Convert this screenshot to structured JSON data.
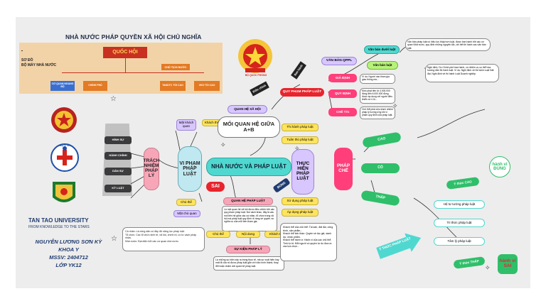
{
  "title": "NHÀ NƯỚC PHÁP QUYỀN XÃ HỘI CHỦ NGHĨA",
  "org_chart": {
    "side_label_1": "SƠ ĐỒ",
    "side_label_2": "BỘ MÁY NHÀ NƯỚC",
    "top": "QUỐC HỘI",
    "mid": "CHỦ TỊCH NƯỚC",
    "bottom": [
      "CƠ QUAN NGANG BỘ",
      "CHÍNH PHỦ",
      "TANDTC TỐI CAO",
      "VKS TỐI CAO"
    ]
  },
  "emblem_caption": "BỘ QUỐC PHÒNG",
  "ministry_label": "BỘ Y TẾ",
  "university": {
    "name": "TAN TAO UNIVERSITY",
    "motto": "FROM KNOWLEDGE TO THE STARS"
  },
  "student": {
    "name": "NGUYỄN LƯƠNG SƠN KỲ",
    "faculty": "KHOA Y",
    "mssv": "MSSV: 2404712",
    "class": "LỚP YK12"
  },
  "responsibility": {
    "title": "TRÁCH NHIỆM PHÁP LÝ",
    "types": [
      "HÌNH SỰ",
      "HÀNH CHÍNH",
      "DÂN SỰ",
      "KỶ LUẬT"
    ]
  },
  "violation": {
    "title": "VI PHẠM PHÁP LUẬT",
    "tags": [
      "Mặt khách quan",
      "Khách thể",
      "Chủ thể",
      "Mặt chủ quan"
    ],
    "sai": "SAI"
  },
  "relation": {
    "title": "QUAN HỆ XÃ HỘI",
    "label": "Điều chỉnh",
    "subtitle": "MỐI QUAN HỆ GIỮA A+B",
    "center": "NHÀ NƯỚC VÀ PHÁP LUẬT"
  },
  "law_relation": {
    "title": "QUAN HỆ PHÁP LUẬT",
    "desc": "Là một quan hệ xã hội được điều chỉnh bởi các quy phạm pháp luật. Nói cách khác, đây là các mối liên hệ giữa các cá nhân, tổ chức trong xã hội mà pháp luật quy định rõ ràng về quyền và nghĩa vụ của mỗi bên tham gia.",
    "parts": [
      "Chủ thể",
      "Nội dung",
      "Khách thể"
    ],
    "event": "SỰ KIỆN PHÁP LÝ",
    "event_desc": "Là những sự kiện xảy ra trong thực tế, mà sự xuất hiện hay mất đi của nó được pháp luật gắn với việc hình thành, thay đổi hoặc chấm dứt quan hệ pháp luật."
  },
  "notes_left": [
    "Cá nhân: Là công dân có đầy đủ năng lực pháp luật.",
    "Tổ chức: Các tổ chức kinh tế, xã hội, chính trị, có tư cách pháp nhân.",
    "Nhà nước: Đại diện bởi các cơ quan nhà nước."
  ],
  "norm": {
    "label_issue": "Ban hành",
    "title": "QUY PHẠM PHÁP LUẬT",
    "doc": "VĂN BẢN QPPL",
    "doc_types": [
      "Văn bản dưới luật",
      "Văn bản luật"
    ],
    "doc_notes": [
      "Văn bản pháp luật có hiệu lực thấp hơn luật, được ban hành bởi các cơ quan Nhà nước, quy định những nguyên tắc, chi tiết thi hành các văn bản luật.",
      "Nghị định: Do Chính phủ ban hành, có nhiệm vụ cụ thể hóa hướng dẫn thi hành luật. Ví dụ: Nghị định về thi hành Luật Đất đai, Nghị định về thi hành Luật Doanh nghiệp."
    ],
    "parts": [
      "GIẢ ĐỊNH",
      "QUY ĐỊNH",
      "CHẾ TÀI"
    ],
    "part_notes": [
      "Ví dụ: Người nào tham gia giao thông mà...",
      "Mức phạt tiền từ 4.000.000 đồng đến 6.000.000 đồng được áp dụng với người điều khiển xe ô tô...",
      "Chủ thể phải chịu trách nhiệm pháp lý tương ứng khi vi phạm quy định của pháp luật."
    ]
  },
  "implementation": {
    "title": "THỰC HIỆN PHÁP LUẬT",
    "tags": [
      "Thi hành pháp luật",
      "Tuân thủ pháp luật",
      "Sử dụng pháp luật",
      "Áp dụng pháp luật"
    ],
    "right_label": "ĐÚNG",
    "notes": [
      "Khách thể của chủ thể: Tài sản, đất đai, công trình, sản phẩm...",
      "Khách thể tinh thần: Quyền về tác giả, danh dự, nhân phẩm.",
      "Khách thể hành vi: Hành vi của các chủ thể.",
      "Tinh tự trị: Mỗi người có quyền tự do đưa ra các lựa chọn..."
    ]
  },
  "legal_system": {
    "title": "PHÁP CHẾ",
    "levels": [
      "CAO",
      "CÓ",
      "THẤP"
    ]
  },
  "awareness": {
    "title": "Ý THỨC PHÁP LUẬT",
    "high": "Ý thức CAO",
    "low": "Ý thức THẤP",
    "items": [
      "Hệ tư tưởng pháp luật",
      "Tri thức pháp luật",
      "Tâm lý pháp luật"
    ],
    "right_outcome": "hành vi ĐÚNG",
    "wrong_outcome": "hành vi SAI"
  },
  "colors": {
    "navy": "#1f3b6f",
    "green": "#2fbf6a",
    "pink": "#ff3e7a",
    "purple": "#c9b6ff",
    "yellow": "#ffe45c",
    "cyan": "#4fd8d0",
    "red": "#e8242d",
    "orange": "#f0a04b"
  },
  "icons": [
    "star-doodle-icon",
    "emblem-icon",
    "ministry-logo-icon",
    "university-logo-icon"
  ]
}
